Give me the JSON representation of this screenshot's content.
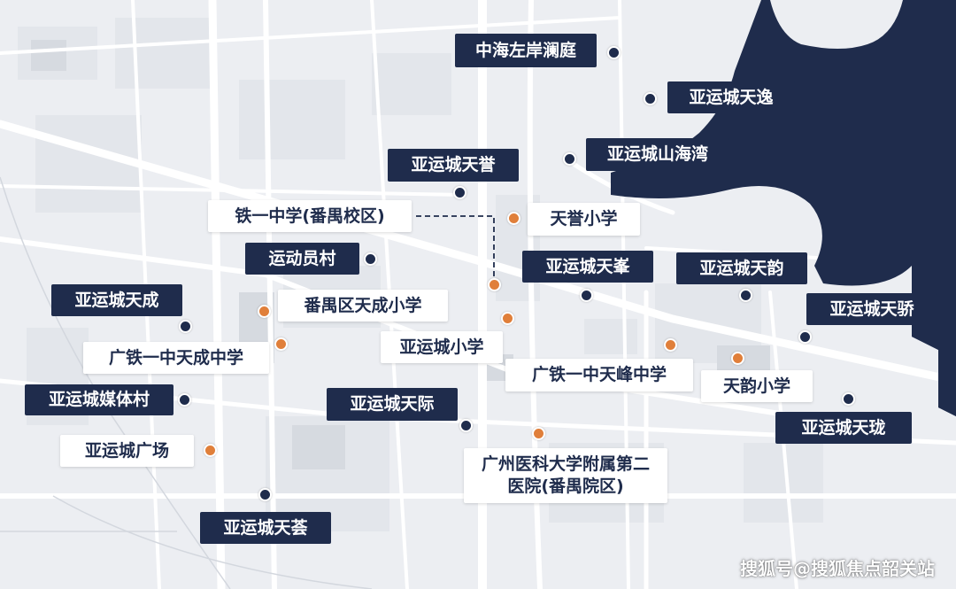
{
  "colors": {
    "residential": "#1f2c4c",
    "facility": "#e07f3a",
    "water": "#1f2c4c",
    "land": "#eceef2"
  },
  "places": [
    {
      "key": "zhonghai",
      "label": "中海左岸澜庭",
      "kind": "residential"
    },
    {
      "key": "tianyi",
      "label": "亚运城天逸",
      "kind": "residential"
    },
    {
      "key": "shanhaiwan",
      "label": "亚运城山海湾",
      "kind": "residential"
    },
    {
      "key": "tianyu",
      "label": "亚运城天誉",
      "kind": "residential"
    },
    {
      "key": "tieyi",
      "label": "铁一中学(番禺校区)",
      "kind": "facility"
    },
    {
      "key": "tianyu_school",
      "label": "天誉小学",
      "kind": "facility"
    },
    {
      "key": "athlete_village",
      "label": "运动员村",
      "kind": "residential"
    },
    {
      "key": "tianfeng",
      "label": "亚运城天峯",
      "kind": "residential"
    },
    {
      "key": "tianyun",
      "label": "亚运城天韵",
      "kind": "residential"
    },
    {
      "key": "tiancheng",
      "label": "亚运城天成",
      "kind": "residential"
    },
    {
      "key": "tiancheng_primary",
      "label": "番禺区天成小学",
      "kind": "facility"
    },
    {
      "key": "tianjiao",
      "label": "亚运城天骄",
      "kind": "residential"
    },
    {
      "key": "gtyz_tiancheng",
      "label": "广铁一中天成中学",
      "kind": "facility"
    },
    {
      "key": "yyc_primary",
      "label": "亚运城小学",
      "kind": "facility"
    },
    {
      "key": "gtyz_tianfeng",
      "label": "广铁一中天峰中学",
      "kind": "facility"
    },
    {
      "key": "tianyun_primary",
      "label": "天韵小学",
      "kind": "facility"
    },
    {
      "key": "media_village",
      "label": "亚运城媒体村",
      "kind": "residential"
    },
    {
      "key": "tianji",
      "label": "亚运城天际",
      "kind": "residential"
    },
    {
      "key": "tianlong",
      "label": "亚运城天珑",
      "kind": "residential"
    },
    {
      "key": "plaza",
      "label": "亚运城广场",
      "kind": "facility"
    },
    {
      "key": "hospital",
      "label": "广州医科大学附属第二医院(番禺院区)",
      "kind": "facility"
    },
    {
      "key": "tianhui",
      "label": "亚运城天荟",
      "kind": "residential"
    }
  ],
  "watermark": "搜狐号@搜狐焦点韶关站"
}
